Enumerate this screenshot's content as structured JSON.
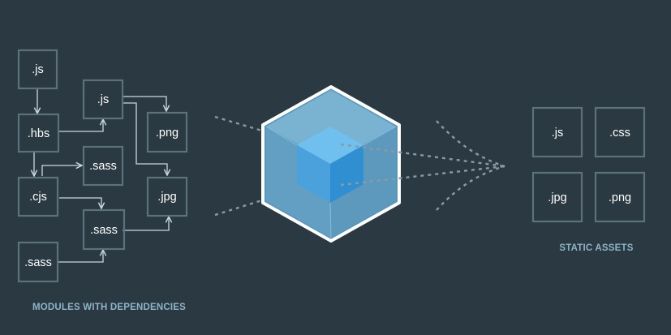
{
  "modules": {
    "caption": "MODULES WITH DEPENDENCIES",
    "files": [
      {
        "id": "js-top",
        "label": ".js"
      },
      {
        "id": "hbs",
        "label": ".hbs"
      },
      {
        "id": "cjs",
        "label": ".cjs"
      },
      {
        "id": "sass-bottom",
        "label": ".sass"
      },
      {
        "id": "js-mid",
        "label": ".js"
      },
      {
        "id": "sass-small",
        "label": ".sass"
      },
      {
        "id": "sass-mid",
        "label": ".sass"
      },
      {
        "id": "png",
        "label": ".png"
      },
      {
        "id": "jpg",
        "label": ".jpg"
      }
    ]
  },
  "assets": {
    "caption": "STATIC ASSETS",
    "files": [
      {
        "id": "asset-js",
        "label": ".js"
      },
      {
        "id": "asset-css",
        "label": ".css"
      },
      {
        "id": "asset-jpg",
        "label": ".jpg"
      },
      {
        "id": "asset-png",
        "label": ".png"
      }
    ]
  },
  "colors": {
    "background": "#2b3a42",
    "box_border": "#5d717b",
    "cube_outer": "#8ed6fb",
    "cube_inner": "#1c78c0",
    "caption": "#8db4c8"
  },
  "icons": {
    "center": "webpack-cube-icon"
  }
}
